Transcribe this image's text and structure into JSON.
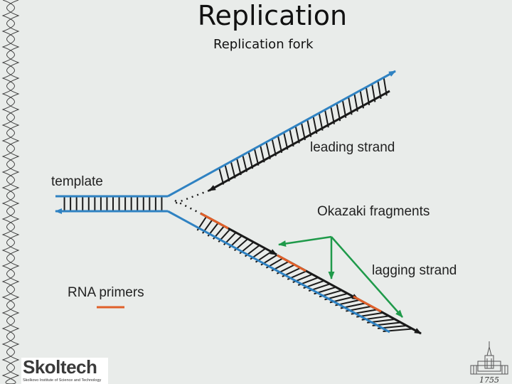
{
  "slide": {
    "title": "Replication",
    "subtitle": "Replication fork"
  },
  "diagram": {
    "labels": {
      "template": "template",
      "leading_strand": "leading strand",
      "okazaki_fragments": "Okazaki fragments",
      "lagging_strand": "lagging strand",
      "rna_primers": "RNA primers"
    },
    "colors": {
      "parental_strand": "#2f82c2",
      "new_strand": "#1a1a1a",
      "rna_primer": "#e0602a",
      "pointer_arrow": "#1f9a4a"
    }
  },
  "logo": {
    "wordmark": "Skoltech",
    "tagline": "Skolkovo Institute of Science and Technology",
    "year": "1755"
  }
}
